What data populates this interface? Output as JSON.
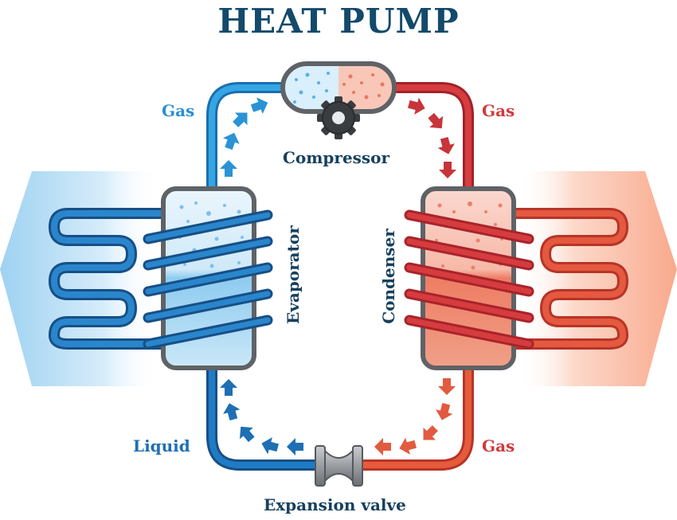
{
  "title": "HEAT PUMP",
  "labels": {
    "gas_top_left": "Gas",
    "gas_top_right": "Gas",
    "gas_bottom_right": "Gas",
    "liquid": "Liquid",
    "compressor": "Compressor",
    "evaporator": "Evaporator",
    "condenser": "Condenser",
    "expansion_valve": "Expansion valve"
  },
  "colors": {
    "title": "#134a6b",
    "cold_pipe": "#2a93d5",
    "cold_pipe_dark": "#1b63a8",
    "hot_pipe": "#c7343a",
    "hot_pipe_light": "#e25a3f",
    "frame": "#5f6266"
  }
}
